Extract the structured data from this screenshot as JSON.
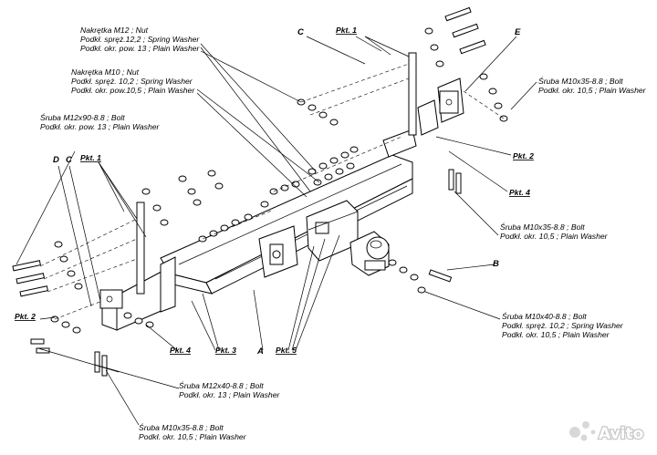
{
  "callouts": {
    "nut_m12": [
      "Nakrętka  M12 ; Nut",
      "Podkł. spręż.12,2 ; Spring Washer",
      "Podkł. okr. pow. 13 ; Plain Washer"
    ],
    "nut_m10": [
      "Nakrętka  M10 ; Nut",
      "Podkł. spręż. 10,2 ; Spring Washer",
      "Podkł. okr. pow.10,5 ; Plain Washer"
    ],
    "bolt_m12x90": [
      "Śruba M12x90-8.8 ; Bolt",
      "Podkł. okr. pow. 13 ; Plain Washer"
    ],
    "bolt_m10x35_top": [
      "Śruba M10x35-8.8 ;  Bolt",
      "Podkł. okr. 10,5 ; Plain Washer"
    ],
    "bolt_m10x35_right": [
      "Śruba M10x35-8.8 ; Bolt",
      "Podkł. okr. 10,5 ; Plain Washer"
    ],
    "bolt_m10x40": [
      "Śruba M10x40-8.8 ; Bolt",
      "Podkł. spręż. 10,2 ; Spring Washer",
      "Podkł. okr. 10,5 ; Plain Washer"
    ],
    "bolt_m12x40": [
      "Śruba M12x40-8.8 ; Bolt",
      "Podkł. okr. 13 ; Plain Washer"
    ],
    "bolt_m10x35_bottom": [
      "Śruba M10x35-8.8 ; Bolt",
      "Podkł. okr. 10,5 ; Plain Washer"
    ]
  },
  "pkt": {
    "pkt1_top": "Pkt. 1",
    "pkt1_left": "Pkt. 1",
    "pkt2_left": "Pkt. 2",
    "pkt2_right": "Pkt. 2",
    "pkt3": "Pkt. 3",
    "pkt4_bottom": "Pkt. 4",
    "pkt4_right": "Pkt. 4",
    "pkt5": "Pkt. 5"
  },
  "letters": {
    "a": "A",
    "b": "B",
    "c_top": "C",
    "c_left": "C",
    "d": "D",
    "e": "E"
  },
  "watermark": "Avito"
}
